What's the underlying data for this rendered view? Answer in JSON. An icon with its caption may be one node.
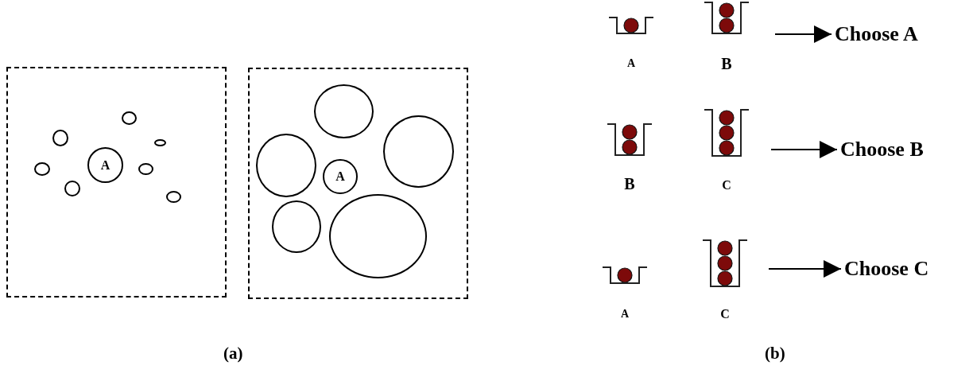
{
  "diagram": {
    "nodes": [
      {
        "text": [],
        "shape": "box"
      },
      {
        "text": [],
        "shape": "circle",
        "in": 0
      },
      {
        "text": [],
        "shape": "circle",
        "in": 0
      },
      {
        "text": [],
        "shape": "circle",
        "in": 0
      },
      {
        "text": [
          "A"
        ],
        "in": 0
      },
      {
        "text": [],
        "shape": "circle",
        "in": 0
      },
      {
        "text": [],
        "shape": "circle",
        "in": 0
      },
      {
        "text": [],
        "shape": "circle",
        "in": 0
      },
      {
        "text": [],
        "shape": "circle",
        "in": 0
      },
      {
        "text": [],
        "shape": "box"
      },
      {
        "text": [],
        "shape": "circle",
        "in": 9
      },
      {
        "text": [],
        "shape": "circle",
        "in": 9
      },
      {
        "text": [],
        "shape": "circle",
        "in": 9
      },
      {
        "text": [
          "A"
        ],
        "in": 9
      },
      {
        "text": [],
        "shape": "circle",
        "in": 9
      },
      {
        "text": [],
        "shape": "circle",
        "in": 9
      },
      {
        "text": [
          "A"
        ]
      },
      {
        "text": [
          "B"
        ]
      },
      {
        "text": [
          "Choose A"
        ]
      },
      {
        "text": [
          "B"
        ]
      },
      {
        "text": [
          "C"
        ]
      },
      {
        "text": [
          "Choose B"
        ]
      },
      {
        "text": [
          "A"
        ]
      },
      {
        "text": [
          "C"
        ]
      },
      {
        "text": [
          "Choose C"
        ]
      }
    ],
    "edges": [
      {
        "from": null,
        "to": 18,
        "arrow": "to"
      },
      {
        "from": null,
        "to": 21,
        "arrow": "to"
      },
      {
        "from": null,
        "to": 24,
        "arrow": "to"
      }
    ],
    "labels": [
      "(a)",
      "(b)"
    ]
  }
}
